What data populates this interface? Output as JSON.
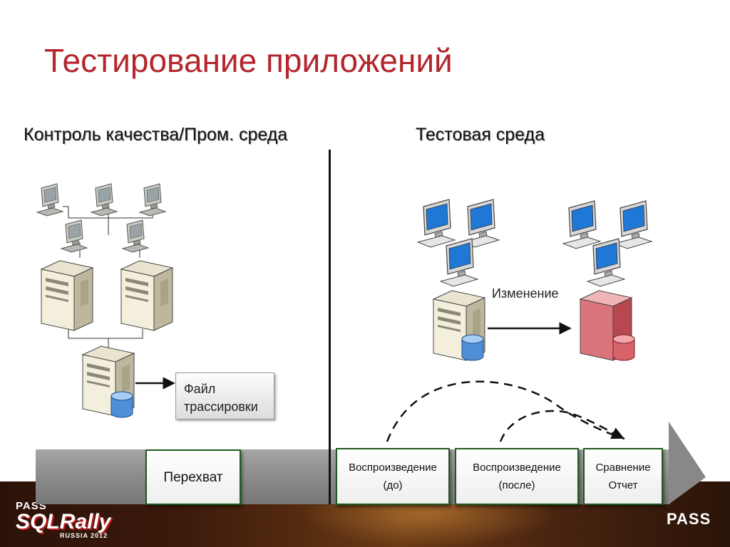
{
  "title": "Тестирование приложений",
  "sections": {
    "left": "Контроль качества/Пром. среда",
    "right": "Тестовая среда"
  },
  "trace_box": {
    "line1": "Файл",
    "line2": "трассировки"
  },
  "change_label": "Изменение",
  "steps": {
    "capture": "Перехват",
    "replay_before": {
      "line1": "Воспроизведение",
      "line2": "(до)"
    },
    "replay_after": {
      "line1": "Воспроизведение",
      "line2": "(после)"
    },
    "compare": {
      "line1": "Сравнение",
      "line2": "Отчет"
    }
  },
  "footer": {
    "logo_pass": "PASS",
    "logo_sqlrally": "SQLRally",
    "logo_sub": "RUSSIA 2012",
    "logo_right": "PASS"
  },
  "colors": {
    "title": "#b3262b",
    "step_border": "#1f5a1f",
    "server_changed": "#d9757a",
    "monitor_screen": "#1f78d6"
  }
}
